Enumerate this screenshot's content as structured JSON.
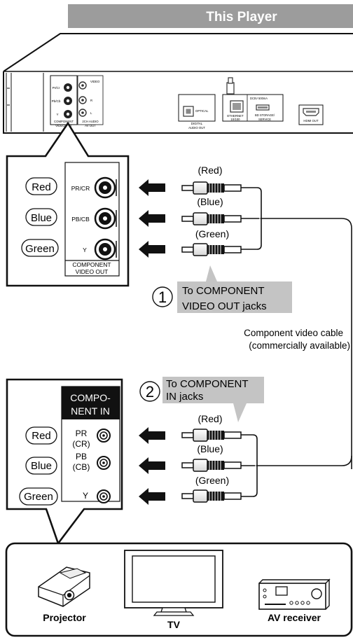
{
  "header": {
    "title": "This Player"
  },
  "player_panel": {
    "comp_out": [
      "Pr/Cr",
      "Pb/Cb",
      "Y"
    ],
    "comp_out_label": [
      "COMPONENT",
      "VIDEO OUT"
    ],
    "audio_label": [
      "2CH AUDIO",
      "AV OUT"
    ],
    "video_label": "VIDEO",
    "audio_side": [
      "R",
      "L"
    ],
    "optical_label": "OPTICAL",
    "digital_audio_out": [
      "DIGITAL",
      "AUDIO OUT"
    ],
    "ethernet_label": [
      "ETHERNET",
      "10/100"
    ],
    "usb_power": "DC5V 500mA",
    "bd_storage": [
      "BD STORAGE/",
      "SERVICE"
    ],
    "hdmi_out": "HDMI OUT"
  },
  "player_callout": {
    "color_labels": [
      "Red",
      "Blue",
      "Green"
    ],
    "jack_labels": [
      "PR/CR",
      "PB/CB",
      "Y"
    ],
    "panel_title": [
      "COMPONENT",
      "VIDEO OUT"
    ]
  },
  "cable_top": {
    "plug_labels": [
      "(Red)",
      "(Blue)",
      "(Green)"
    ],
    "step_number": "1",
    "step_text": [
      "To COMPONENT",
      "VIDEO OUT jacks"
    ],
    "cable_name": [
      "Component video cable",
      "(commercially available)"
    ]
  },
  "cable_bottom": {
    "plug_labels": [
      "(Red)",
      "(Blue)",
      "(Green)"
    ],
    "step_number": "2",
    "step_text": [
      "To COMPONENT",
      "IN jacks"
    ]
  },
  "device_callout": {
    "panel_title": [
      "COMPO-",
      "NENT IN"
    ],
    "color_labels": [
      "Red",
      "Blue",
      "Green"
    ],
    "jack_labels": [
      [
        "PR",
        "(CR)"
      ],
      [
        "PB",
        "(CB)"
      ],
      [
        "Y"
      ]
    ]
  },
  "devices": [
    "Projector",
    "TV",
    "AV receiver"
  ]
}
